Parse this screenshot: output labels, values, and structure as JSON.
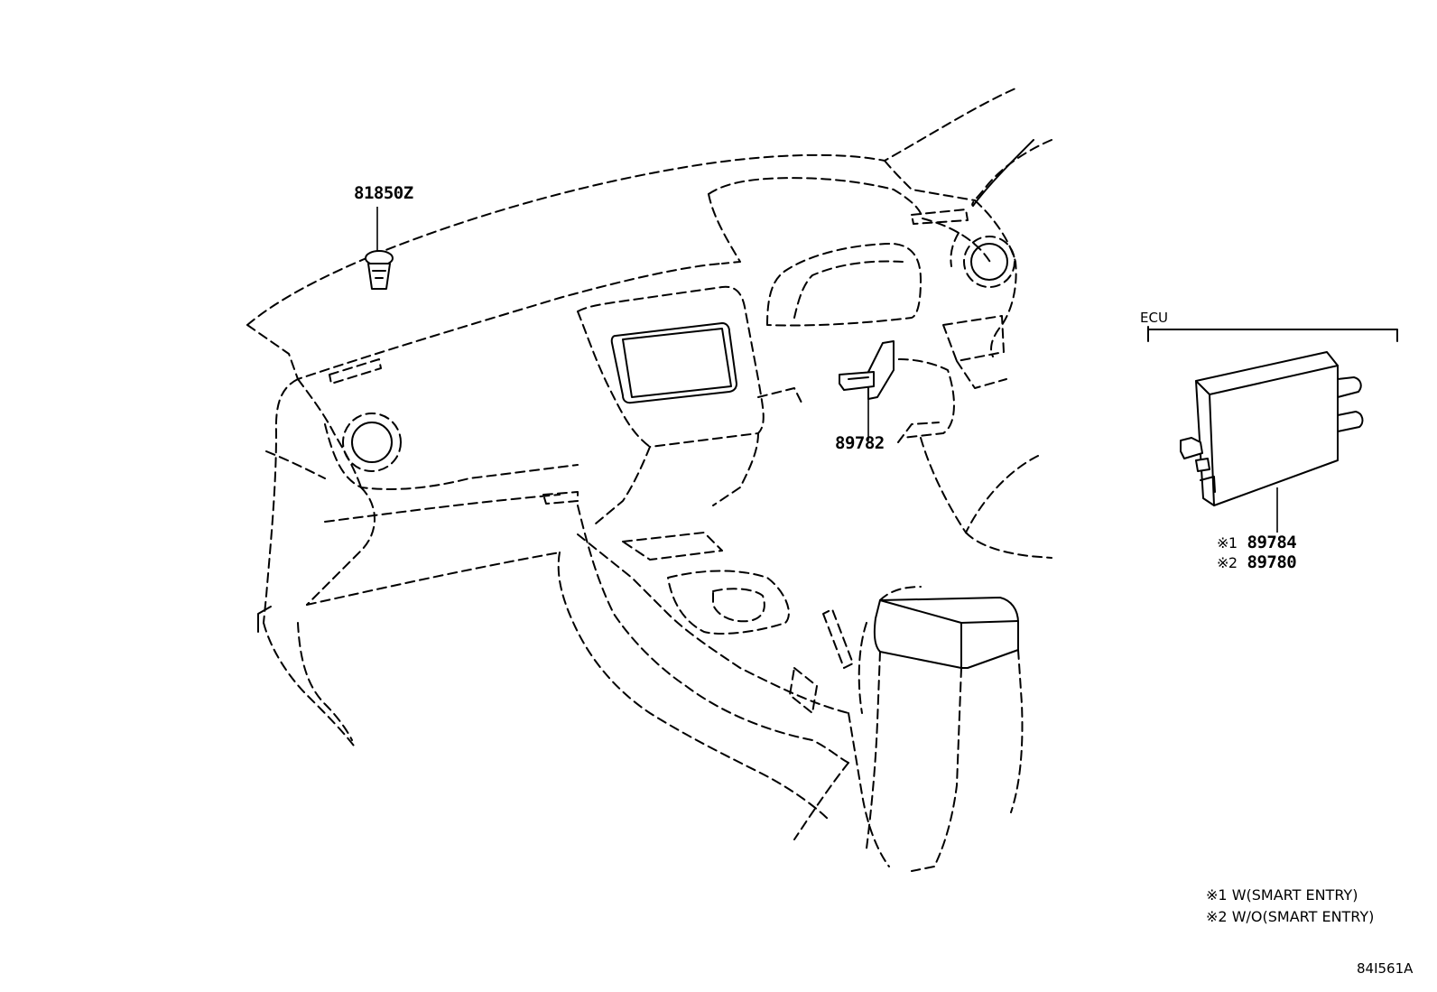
{
  "parts": {
    "clip_81850z": "81850Z",
    "sensor_89782": "89782",
    "ecu_group_label": "ECU",
    "ecu_part_1": "89784",
    "ecu_part_2": "89780",
    "ecu_mark_1": "※1",
    "ecu_mark_2": "※2"
  },
  "notes": [
    {
      "mark": "※1",
      "text": "W(SMART ENTRY)"
    },
    {
      "mark": "※2",
      "text": "W/O(SMART ENTRY)"
    }
  ],
  "diagram_code": "84I561A"
}
